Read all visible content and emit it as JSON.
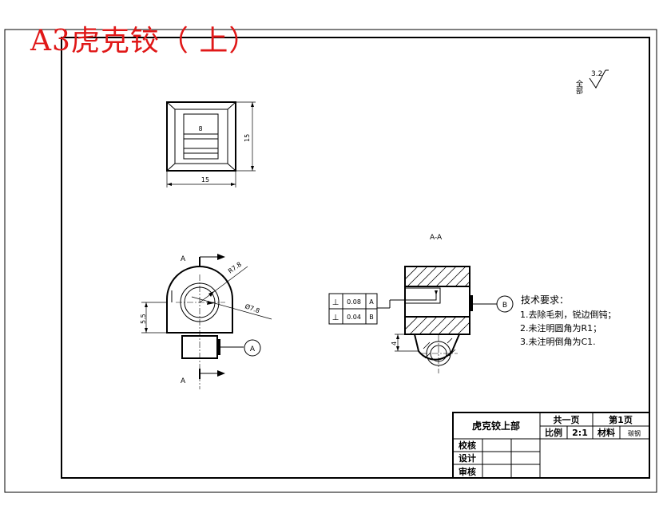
{
  "drawing": {
    "title": "A3虎克铰（ 上）",
    "title_color": "#e01818"
  },
  "roughness": {
    "label": "全部",
    "value": "3.2"
  },
  "top_view": {
    "inner_dim": "8",
    "width_dim": "15",
    "height_dim": "15"
  },
  "front_view": {
    "section_label": "A",
    "section_label_bottom": "A",
    "radius_dim": "R7.8",
    "bore_dim": "Ø7.8",
    "height_dim": "5.5",
    "datum_label": "A"
  },
  "section_view": {
    "title": "A-A",
    "depth_dim": "4",
    "datum_label": "B",
    "tolerances": [
      {
        "symbol": "⊥",
        "value": "0.08",
        "datum": "A"
      },
      {
        "symbol": "⊥",
        "value": "0.04",
        "datum": "B"
      }
    ]
  },
  "tech_requirements": {
    "heading": "技术要求：",
    "items": [
      "1.去除毛刺，锐边倒钝；",
      "2.未注明圆角为R1；",
      "3.未注明倒角为C1."
    ]
  },
  "title_block": {
    "part_name": "虎克铰上部",
    "total_pages": "共一页",
    "page_no": "第1页",
    "scale_label": "比例",
    "scale_value": "2:1",
    "material_label": "材料",
    "material_value": "碳钢",
    "checked_label": "校核",
    "designed_label": "设计",
    "approved_label": "审核"
  }
}
